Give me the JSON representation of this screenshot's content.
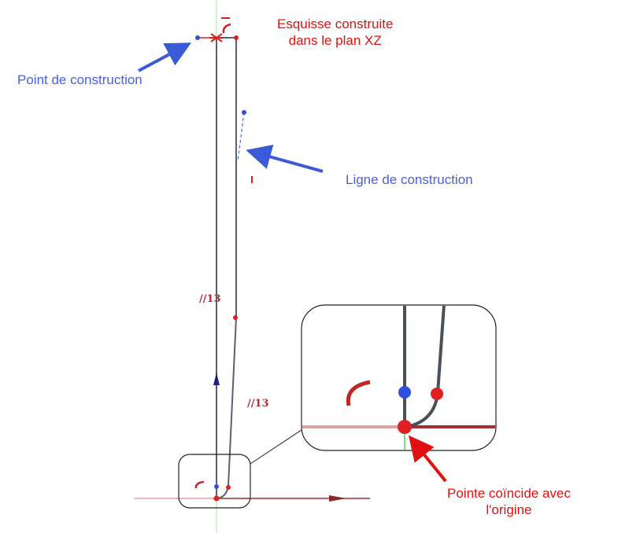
{
  "annotations": {
    "sketch_plane": [
      "Esquisse construite",
      "dans le plan XZ"
    ],
    "construction_point": "Point de construction",
    "construction_line": "Ligne de construction",
    "tip_origin": [
      "Pointe coïncide avec",
      "l'origine"
    ]
  },
  "constraints": {
    "parallel_1": "13",
    "parallel_2": "13",
    "parallel_symbol": "//"
  },
  "colors": {
    "annotation_blue": "#4a5fd8",
    "annotation_red": "#e01010",
    "sketch_line": "#5a6070",
    "point_red": "#e02020",
    "point_blue": "#3050e0",
    "axis_green": "#80e080",
    "axis_red": "#a03030"
  }
}
